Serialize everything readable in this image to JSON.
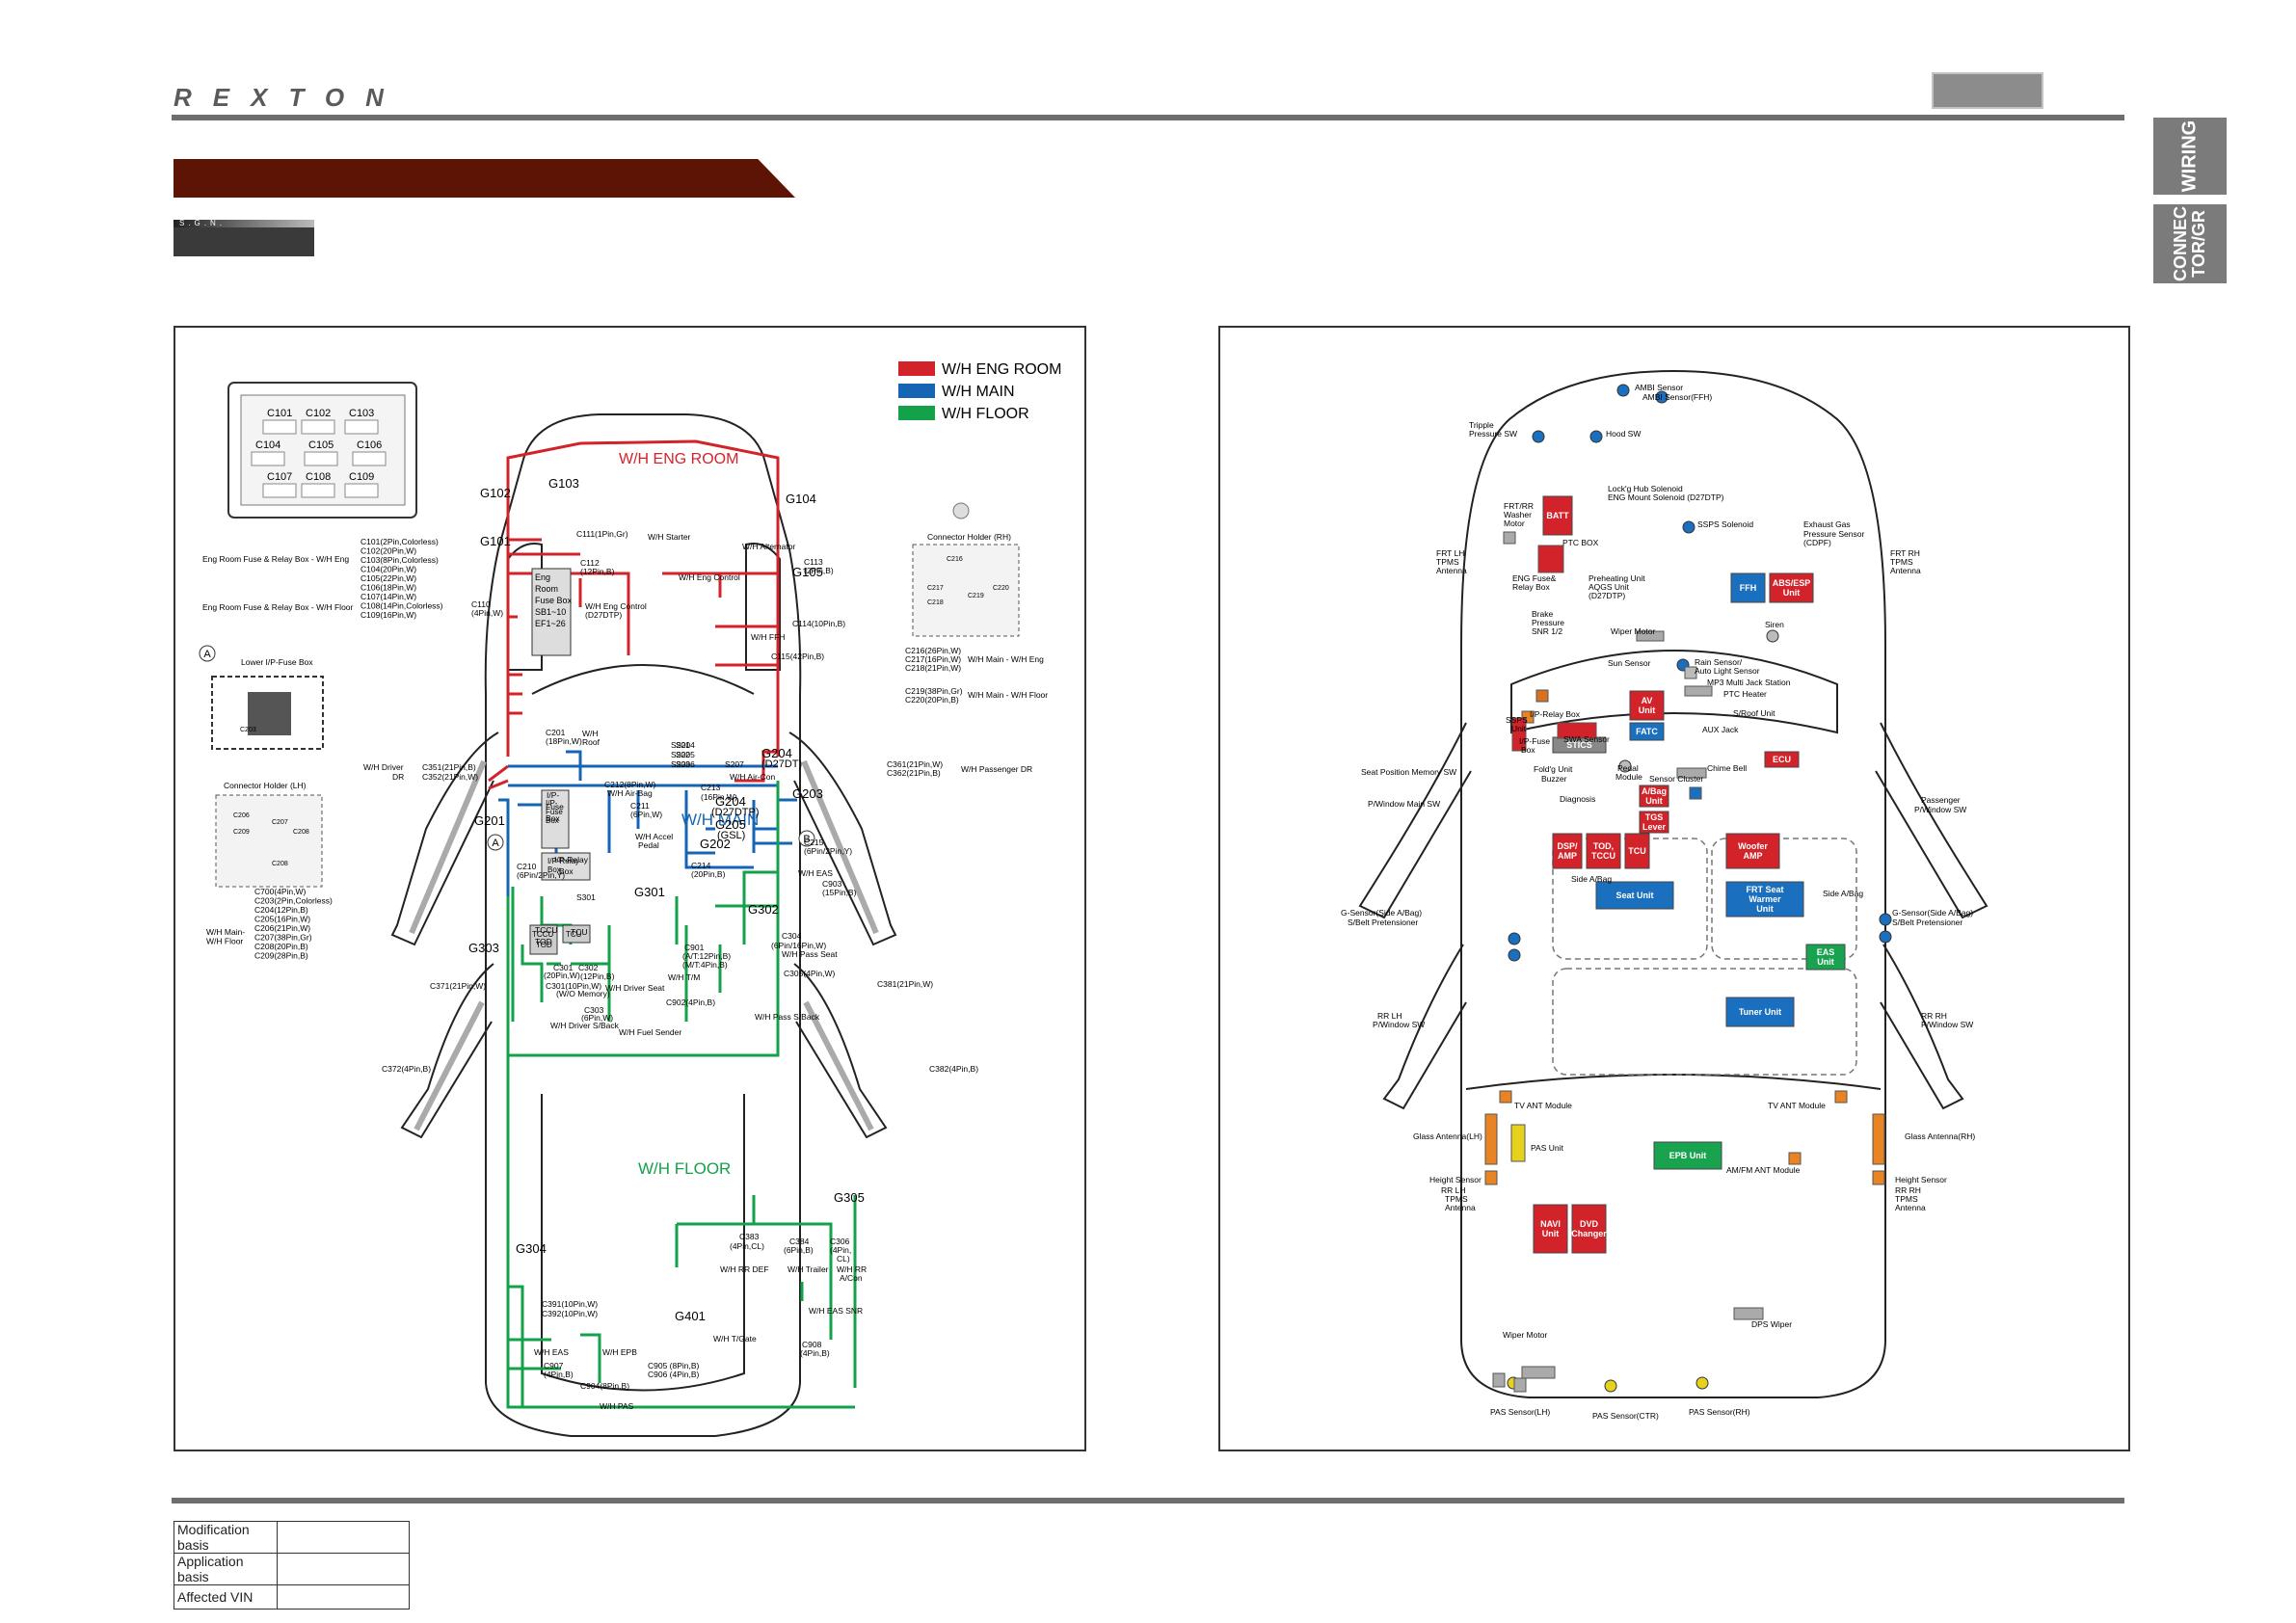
{
  "header": {
    "brand": "REXTON"
  },
  "side_tabs": [
    {
      "label": "WIRING"
    },
    {
      "label": "CONNEC\nTOR/GR"
    }
  ],
  "sgn_label": "S.G.N.",
  "legend": [
    {
      "label": "W/H ENG ROOM",
      "color": "#d3232a"
    },
    {
      "label": "W/H MAIN",
      "color": "#1565b4"
    },
    {
      "label": "W/H FLOOR",
      "color": "#13a14a"
    }
  ],
  "left_panel": {
    "region_labels": {
      "eng_room": "W/H ENG ROOM",
      "main": "W/H MAIN",
      "floor": "W/H FLOOR"
    },
    "fuse_box_connectors": [
      "C101",
      "C102",
      "C103",
      "C104",
      "C105",
      "C106",
      "C107",
      "C108",
      "C109"
    ],
    "grounds": [
      "G101",
      "G102",
      "G103",
      "G104",
      "G105",
      "G201",
      "G202",
      "G203",
      "G204",
      "G205",
      "G301",
      "G302",
      "G303",
      "G304",
      "G305",
      "G401"
    ],
    "ground_extra": {
      "g204_left": "G204",
      "d27dtp": "(D27DTP)",
      "gsl": "(GSL)",
      "d27dt": "(D27DT)"
    },
    "fuse_box_conn_list": [
      "C101(2Pin,Colorless)",
      "C102(20Pin,W)",
      "C103(8Pin,Colorless)",
      "C104(20Pin,W)",
      "C105(22Pin,W)",
      "C106(18Pin,W)",
      "C107(14Pin,W)",
      "C108(14Pin,Colorless)",
      "C109(16Pin,W)"
    ],
    "eng_label": "Eng Room Fuse & Relay Box - W/H Eng",
    "floor_label": "Eng Room Fuse & Relay Box - W/H Floor",
    "lower_fuse": "Lower I/P-Fuse Box",
    "marker_a": "A",
    "marker_b": "B",
    "c203": "C203",
    "holder_lh": "Connector Holder (LH)",
    "holder_rh": "Connector Holder (RH)",
    "holder_lh_codes": [
      "C206",
      "C209",
      "C207",
      "C208",
      "C208"
    ],
    "holder_rh_codes": [
      "C216",
      "C217",
      "C218",
      "C219",
      "C220"
    ],
    "main_floor_conn_list": [
      "C700(4Pin,W)",
      "C203(2Pin,Colorless)",
      "C204(12Pin,B)",
      "C205(16Pin,W)",
      "C206(21Pin,W)",
      "C207(38Pin,Gr)",
      "C208(20Pin,B)",
      "C209(28Pin,B)"
    ],
    "main_floor_label": "W/H Main-\nW/H Floor",
    "eng_box_label": [
      "Eng",
      "Room",
      "Fuse Box",
      "SB1~10",
      "EF1~26"
    ],
    "connectors": [
      {
        "t": "C111(1Pin,Gr)"
      },
      {
        "t": "W/H Starter"
      },
      {
        "t": "C112"
      },
      {
        "t": "(12Pin,B)"
      },
      {
        "t": "W/H Eng Control"
      },
      {
        "t": "(D27DTP)"
      },
      {
        "t": "W/H Eng Control"
      },
      {
        "t": "W/H Alternator"
      },
      {
        "t": "C113"
      },
      {
        "t": "(2Pin,B)"
      },
      {
        "t": "C114(10Pin,B)"
      },
      {
        "t": "W/H FFH"
      },
      {
        "t": "C115(42Pin,B)"
      },
      {
        "t": "C110"
      },
      {
        "t": "(4Pin,W)"
      },
      {
        "t": "C216(26Pin,W)"
      },
      {
        "t": "C217(16Pin,W)"
      },
      {
        "t": "C218(21Pin,W)"
      },
      {
        "t": "W/H Main - W/H Eng"
      },
      {
        "t": "C219(38Pin,Gr)"
      },
      {
        "t": "C220(20Pin,B)"
      },
      {
        "t": "W/H Main - W/H Floor"
      },
      {
        "t": "C201"
      },
      {
        "t": "(18Pin,W)"
      },
      {
        "t": "W/H"
      },
      {
        "t": "Roof"
      },
      {
        "t": "S201"
      },
      {
        "t": "S202"
      },
      {
        "t": "S203"
      },
      {
        "t": "S204"
      },
      {
        "t": "S205"
      },
      {
        "t": "S206"
      },
      {
        "t": "S207"
      },
      {
        "t": "W/H Driver"
      },
      {
        "t": "DR"
      },
      {
        "t": "C351(21Pin,B)"
      },
      {
        "t": "C352(21Pin,W)"
      },
      {
        "t": "C212(8Pin,W)"
      },
      {
        "t": "W/H Air-Bag"
      },
      {
        "t": "C213"
      },
      {
        "t": "(16Pin,W)"
      },
      {
        "t": "W/H Air-Con"
      },
      {
        "t": "C211"
      },
      {
        "t": "(6Pin,W)"
      },
      {
        "t": "W/H Accel"
      },
      {
        "t": "Pedal"
      },
      {
        "t": "C361(21Pin,W)"
      },
      {
        "t": "C362(21Pin,B)"
      },
      {
        "t": "W/H Passenger DR"
      },
      {
        "t": "C210"
      },
      {
        "t": "(6Pin/2Pin,Y)"
      },
      {
        "t": "C214"
      },
      {
        "t": "(20Pin,B)"
      },
      {
        "t": "C215"
      },
      {
        "t": "(6Pin/2Pin,Y)"
      },
      {
        "t": "W/H EAS"
      },
      {
        "t": "C903"
      },
      {
        "t": "(15Pin,B)"
      },
      {
        "t": "I/P-"
      },
      {
        "t": "Fuse"
      },
      {
        "t": "Box"
      },
      {
        "t": "I/P-Relay"
      },
      {
        "t": "Box"
      },
      {
        "t": "S301"
      },
      {
        "t": "TCCU"
      },
      {
        "t": "TOD"
      },
      {
        "t": "TCU"
      },
      {
        "t": "C301"
      },
      {
        "t": "(20Pin,W)"
      },
      {
        "t": "C301(10Pin,W)"
      },
      {
        "t": "(W/O Memory)"
      },
      {
        "t": "C302"
      },
      {
        "t": "(12Pin,B)"
      },
      {
        "t": "W/H Driver Seat"
      },
      {
        "t": "C303"
      },
      {
        "t": "(6Pin,W)"
      },
      {
        "t": "W/H Driver S/Back"
      },
      {
        "t": "C901"
      },
      {
        "t": "(A/T:12Pin,B)"
      },
      {
        "t": "(M/T:4Pin,B)"
      },
      {
        "t": "W/H T/M"
      },
      {
        "t": "C902(4Pin,B)"
      },
      {
        "t": "W/H Fuel Sender"
      },
      {
        "t": "C304"
      },
      {
        "t": "(6Pin/16Pin,W)"
      },
      {
        "t": "W/H Pass Seat"
      },
      {
        "t": "C305(4Pin,W)"
      },
      {
        "t": "W/H Pass S/Back"
      },
      {
        "t": "C371(21Pin,W)"
      },
      {
        "t": "C381(21Pin,W)"
      },
      {
        "t": "C372(4Pin,B)"
      },
      {
        "t": "C382(4Pin,B)"
      },
      {
        "t": "C383"
      },
      {
        "t": "(4Pin,CL)"
      },
      {
        "t": "W/H RR DEF"
      },
      {
        "t": "C384"
      },
      {
        "t": "(6Pin,B)"
      },
      {
        "t": "W/H Trailer"
      },
      {
        "t": "C306"
      },
      {
        "t": "(4Pin,"
      },
      {
        "t": "CL)"
      },
      {
        "t": "W/H RR"
      },
      {
        "t": "A/Con"
      },
      {
        "t": "W/H EAS SNR"
      },
      {
        "t": "C391(10Pin,W)"
      },
      {
        "t": "C392(10Pin,W)"
      },
      {
        "t": "W/H T/Gate"
      },
      {
        "t": "W/H EAS"
      },
      {
        "t": "W/H EPB"
      },
      {
        "t": "C907"
      },
      {
        "t": "(4Pin,B)"
      },
      {
        "t": "C905 (8Pin,B)"
      },
      {
        "t": "C906 (4Pin,B)"
      },
      {
        "t": "C908"
      },
      {
        "t": "(4Pin,B)"
      },
      {
        "t": "C904(8Pin,B)"
      },
      {
        "t": "W/H PAS"
      }
    ]
  },
  "right_panel": {
    "labels": [
      {
        "t": "AMBI Sensor"
      },
      {
        "t": "AMBI Sensor(FFH)"
      },
      {
        "t": "Tripple"
      },
      {
        "t": "Pressure SW"
      },
      {
        "t": "Hood SW"
      },
      {
        "t": "Lock'g Hub Solenoid"
      },
      {
        "t": "ENG Mount Solenoid (D27DTP)"
      },
      {
        "t": "FRT/RR"
      },
      {
        "t": "Washer"
      },
      {
        "t": "Motor"
      },
      {
        "t": "SSPS Solenoid"
      },
      {
        "t": "Exhaust Gas"
      },
      {
        "t": "Pressure Sensor"
      },
      {
        "t": "(CDPF)"
      },
      {
        "t": "PTC BOX"
      },
      {
        "t": "FRT LH"
      },
      {
        "t": "TPMS"
      },
      {
        "t": "Antenna"
      },
      {
        "t": "FRT RH"
      },
      {
        "t": "TPMS"
      },
      {
        "t": "Antenna"
      },
      {
        "t": "ENG Fuse&"
      },
      {
        "t": "Relay Box"
      },
      {
        "t": "Preheating Unit"
      },
      {
        "t": "AQGS Unit"
      },
      {
        "t": "(D27DTP)"
      },
      {
        "t": "Brake"
      },
      {
        "t": "Pressure"
      },
      {
        "t": "SNR 1/2"
      },
      {
        "t": "Wiper Motor"
      },
      {
        "t": "Siren"
      },
      {
        "t": "Sun Sensor"
      },
      {
        "t": "Rain Sensor/"
      },
      {
        "t": "Auto Light Sensor"
      },
      {
        "t": "MP3 Multi Jack Station"
      },
      {
        "t": "PTC Heater"
      },
      {
        "t": "S/Roof Unit"
      },
      {
        "t": "AUX Jack"
      },
      {
        "t": "Chime Bell"
      },
      {
        "t": "SSPS"
      },
      {
        "t": "Unit"
      },
      {
        "t": "I/P-Relay Box"
      },
      {
        "t": "SWA Sensor"
      },
      {
        "t": "I/P-Fuse"
      },
      {
        "t": "Box"
      },
      {
        "t": "Fold'g Unit"
      },
      {
        "t": "Buzzer"
      },
      {
        "t": "Pedal"
      },
      {
        "t": "Module"
      },
      {
        "t": "Sensor Cluster"
      },
      {
        "t": "Diagnosis"
      },
      {
        "t": "Seat Position Memory SW"
      },
      {
        "t": "P/Window Main SW"
      },
      {
        "t": "Passenger"
      },
      {
        "t": "P/Window SW"
      },
      {
        "t": "Side A/Bag"
      },
      {
        "t": "Side A/Bag"
      },
      {
        "t": "G-Sensor(Side A/Bag)"
      },
      {
        "t": "S/Belt Pretensioner"
      },
      {
        "t": "G-Sensor(Side A/Bag)"
      },
      {
        "t": "S/Belt Pretensioner"
      },
      {
        "t": "RR LH"
      },
      {
        "t": "P/Window SW"
      },
      {
        "t": "RR RH"
      },
      {
        "t": "P/Window SW"
      },
      {
        "t": "TV ANT Module"
      },
      {
        "t": "TV ANT Module"
      },
      {
        "t": "Glass Antenna(LH)"
      },
      {
        "t": "Glass Antenna(RH)"
      },
      {
        "t": "PAS Unit"
      },
      {
        "t": "Height Sensor"
      },
      {
        "t": "RR LH"
      },
      {
        "t": "TPMS"
      },
      {
        "t": "Antenna"
      },
      {
        "t": "Height Sensor"
      },
      {
        "t": "RR RH"
      },
      {
        "t": "TPMS"
      },
      {
        "t": "Antenna"
      },
      {
        "t": "AM/FM ANT Module"
      },
      {
        "t": "Wiper Motor"
      },
      {
        "t": "DPS Wiper"
      },
      {
        "t": "PAS Sensor(LH)"
      },
      {
        "t": "PAS Sensor(CTR)"
      },
      {
        "t": "PAS Sensor(RH)"
      }
    ],
    "units": [
      {
        "t": "BATT",
        "c": "red"
      },
      {
        "t": "FFH",
        "c": "blue"
      },
      {
        "t": "ABS/ESP\nUnit",
        "c": "red"
      },
      {
        "t": "AV\nUnit",
        "c": "red"
      },
      {
        "t": "FATC",
        "c": "blue"
      },
      {
        "t": "ECU",
        "c": "red"
      },
      {
        "t": "STICS",
        "c": "gray"
      },
      {
        "t": "A/Bag\nUnit",
        "c": "red"
      },
      {
        "t": "TGS\nLever",
        "c": "red"
      },
      {
        "t": "DSP/\nAMP",
        "c": "red"
      },
      {
        "t": "TOD,\nTCCU",
        "c": "red"
      },
      {
        "t": "TCU",
        "c": "red"
      },
      {
        "t": "Woofer\nAMP",
        "c": "red"
      },
      {
        "t": "Seat Unit",
        "c": "blue"
      },
      {
        "t": "FRT Seat\nWarmer\nUnit",
        "c": "blue"
      },
      {
        "t": "EAS\nUnit",
        "c": "green"
      },
      {
        "t": "Tuner Unit",
        "c": "blue"
      },
      {
        "t": "EPB Unit",
        "c": "green"
      },
      {
        "t": "NAVI\nUnit",
        "c": "red"
      },
      {
        "t": "DVD\nChanger",
        "c": "red"
      }
    ]
  },
  "info_table": [
    {
      "key": "Modification basis",
      "value": ""
    },
    {
      "key": "Application basis",
      "value": ""
    },
    {
      "key": "Affected VIN",
      "value": ""
    }
  ]
}
